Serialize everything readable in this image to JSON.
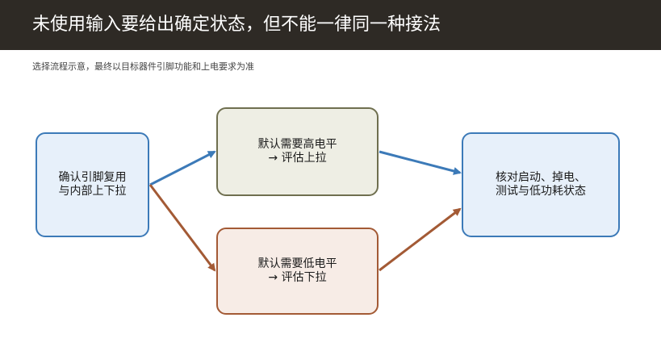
{
  "header": {
    "title": "未使用输入要给出确定状态，但不能一律同一种接法"
  },
  "subtitle": "选择流程示意，最终以目标器件引脚功能和上电要求为准",
  "colors": {
    "header_bg": "#2e2a25",
    "blue_path": "#3c7ab8",
    "brown_path": "#a35a35"
  },
  "nodes": {
    "start": "确认引脚复用\n与内部上下拉",
    "high": "默认需要高电平\n→ 评估上拉",
    "low": "默认需要低电平\n→ 评估下拉",
    "end": "核对启动、掉电、\n测试与低功耗状态"
  }
}
